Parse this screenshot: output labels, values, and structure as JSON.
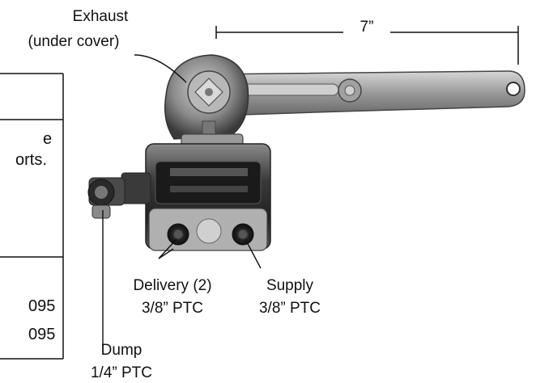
{
  "callouts": {
    "exhaust": {
      "name": "Exhaust",
      "detail": "(under cover)"
    },
    "length": "7”",
    "delivery": {
      "name": "Delivery (2)",
      "size": "3/8” PTC"
    },
    "supply": {
      "name": "Supply",
      "size": "3/8” PTC"
    },
    "dump": {
      "name": "Dump",
      "size": "1/4” PTC"
    }
  },
  "spec_table_fragment": {
    "row2_lines": [
      "e",
      "orts."
    ],
    "row3_lines": [
      "095",
      "095"
    ]
  },
  "colors": {
    "line": "#111111",
    "metal_dark": "#2a2a2a",
    "metal_mid": "#6e6e6e",
    "metal_light": "#bdbdbd"
  }
}
